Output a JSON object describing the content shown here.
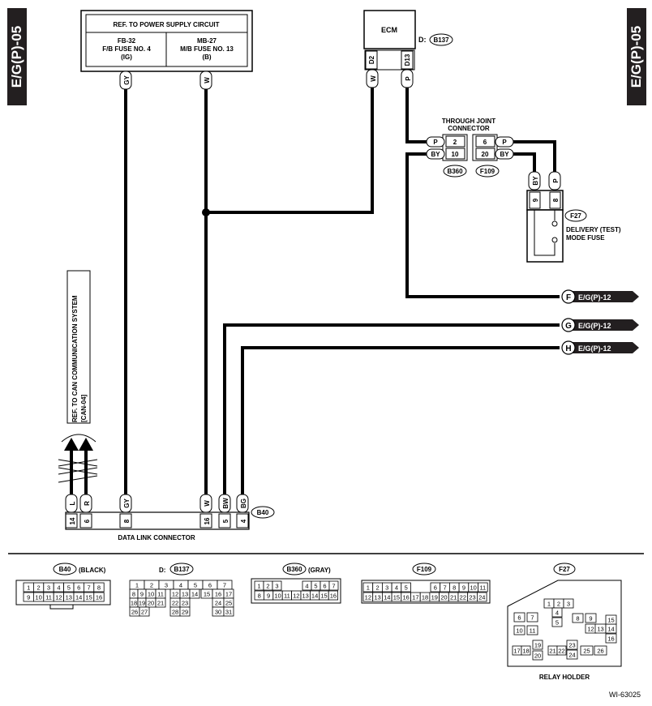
{
  "tabs": {
    "left": "E/G(P)-05",
    "right": "E/G(P)-05"
  },
  "power_supply": {
    "title": "REF. TO POWER SUPPLY CIRCUIT",
    "fuse1": [
      "FB-32",
      "F/B FUSE NO. 4",
      "(IG)"
    ],
    "fuse2": [
      "MB-27",
      "M/B FUSE NO. 13",
      "(B)"
    ],
    "wire1": "GY",
    "wire2": "W"
  },
  "ecm": {
    "label": "ECM",
    "connector": "B137",
    "connector_prefix": "D:",
    "pin1": "D2",
    "pin2": "D13",
    "wire1": "W",
    "wire2": "P"
  },
  "through_joint": {
    "title_line1": "THROUGH JOINT",
    "title_line2": "CONNECTOR",
    "left_conn": "B360",
    "right_conn": "F109",
    "row1": {
      "wire_in": "P",
      "pin_left": "2",
      "pin_right": "6",
      "wire_out": "P"
    },
    "row2": {
      "wire_in": "BY",
      "pin_left": "10",
      "pin_right": "20",
      "wire_out": "BY"
    }
  },
  "fuse_f27": {
    "connector": "F27",
    "label_line1": "DELIVERY (TEST)",
    "label_line2": "MODE FUSE",
    "wire1": "BY",
    "wire2": "P",
    "pin1": "9",
    "pin2": "8"
  },
  "offpage": [
    {
      "letter": "F",
      "ref": "E/G(P)-12"
    },
    {
      "letter": "G",
      "ref": "E/G(P)-12"
    },
    {
      "letter": "H",
      "ref": "E/G(P)-12"
    }
  ],
  "can_ref": {
    "line1": "REF. TO CAN COMMUNICATION SYSTEM",
    "line2": "[CAN-04]"
  },
  "data_link": {
    "label": "DATA LINK CONNECTOR",
    "connector": "B40",
    "wires": [
      "L",
      "R",
      "GY",
      "W",
      "BW",
      "BG"
    ],
    "pins": [
      "14",
      "6",
      "8",
      "16",
      "5",
      "4"
    ]
  },
  "connector_views": {
    "b40": {
      "name": "B40",
      "color": "(BLACK)",
      "row1": [
        "1",
        "2",
        "3",
        "4",
        "5",
        "6",
        "7",
        "8"
      ],
      "row2": [
        "9",
        "10",
        "11",
        "12",
        "13",
        "14",
        "15",
        "16"
      ]
    },
    "b137": {
      "prefix": "D:",
      "name": "B137",
      "rows": [
        [
          "1",
          "2",
          "3",
          "4",
          "5",
          "6",
          "7"
        ],
        [
          "8",
          "9",
          "10",
          "11",
          "12",
          "13",
          "14",
          "15",
          "16",
          "17"
        ],
        [
          "18",
          "19",
          "20",
          "21",
          "22",
          "23",
          "24",
          "25"
        ],
        [
          "26",
          "27",
          "28",
          "29",
          "30",
          "31"
        ]
      ]
    },
    "b360": {
      "name": "B360",
      "color": "(GRAY)",
      "row1a": [
        "1",
        "2",
        "3"
      ],
      "row1b": [
        "4",
        "5",
        "6",
        "7"
      ],
      "row2": [
        "8",
        "9",
        "10",
        "11",
        "12",
        "13",
        "14",
        "15",
        "16"
      ]
    },
    "f109": {
      "name": "F109",
      "row1a": [
        "1",
        "2",
        "3",
        "4",
        "5"
      ],
      "row1b": [
        "6",
        "7",
        "8",
        "9",
        "10",
        "11"
      ],
      "row2": [
        "12",
        "13",
        "14",
        "15",
        "16",
        "17",
        "18",
        "19",
        "20",
        "21",
        "22",
        "23",
        "24"
      ]
    },
    "f27": {
      "name": "F27",
      "label": "RELAY HOLDER",
      "cells": [
        "1",
        "2",
        "3",
        "4",
        "5",
        "6",
        "7",
        "8",
        "9",
        "10",
        "11",
        "12",
        "13",
        "14",
        "15",
        "16",
        "17",
        "18",
        "19",
        "20",
        "21",
        "22",
        "23",
        "24",
        "25",
        "26"
      ]
    }
  },
  "figure_id": "WI-63025"
}
